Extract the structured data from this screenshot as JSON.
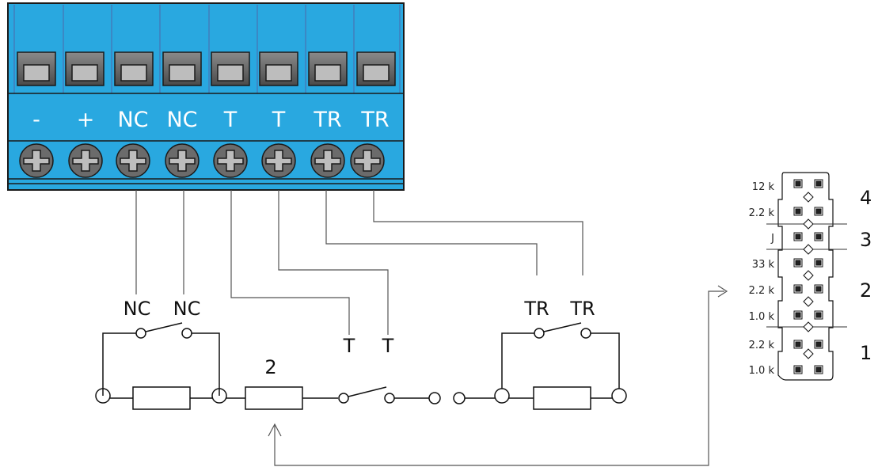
{
  "terminal_block": {
    "labels": [
      "-",
      "+",
      "NC",
      "NC",
      "T",
      "T",
      "TR",
      "TR"
    ],
    "color": "#29a8e0"
  },
  "circuit": {
    "nc_labels": [
      "NC",
      "NC"
    ],
    "resistor_label": "2",
    "t_labels": [
      "T",
      "T"
    ],
    "tr_labels": [
      "TR",
      "TR"
    ]
  },
  "jumpers": {
    "labels": [
      "12 k",
      "2.2 k",
      "J",
      "33 k",
      "2.2 k",
      "1.0 k",
      "2.2 k",
      "1.0 k"
    ],
    "groups": [
      "4",
      "3",
      "2",
      "1"
    ]
  }
}
